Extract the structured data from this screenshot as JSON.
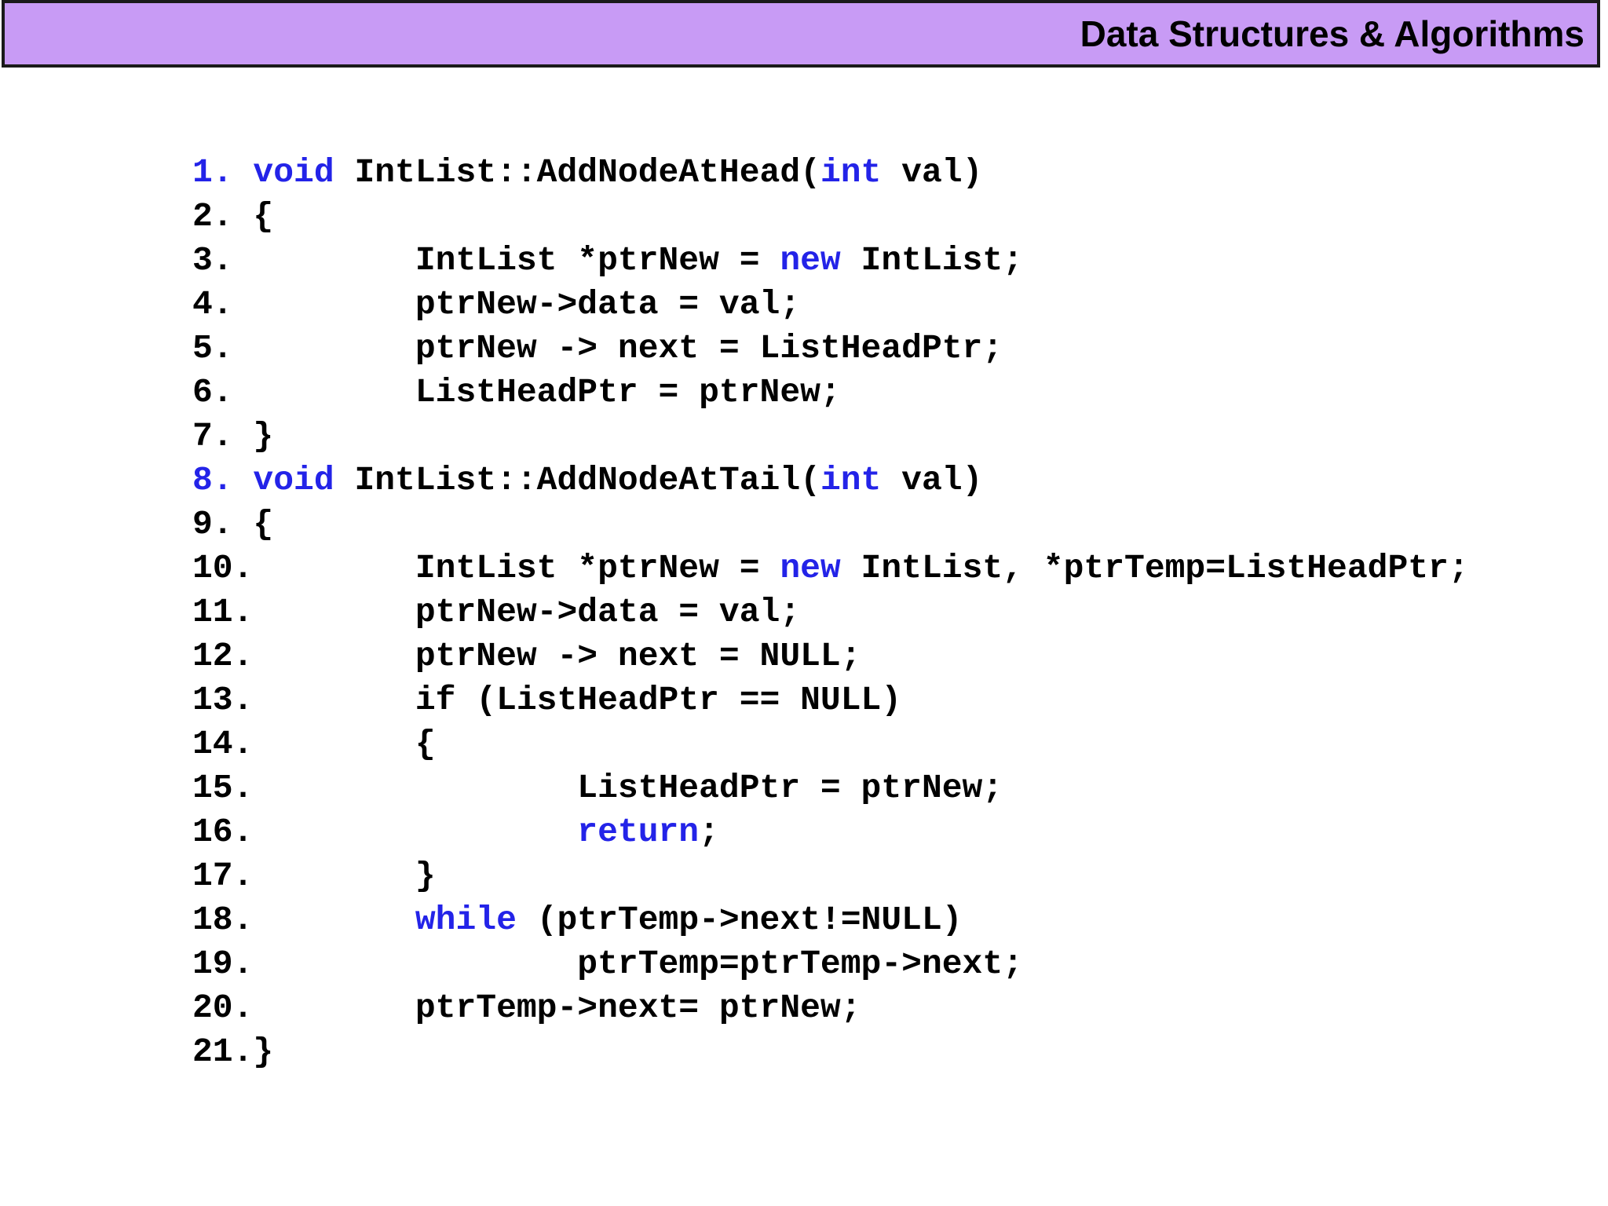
{
  "header": {
    "title": "Data Structures & Algorithms"
  },
  "colors": {
    "header_bg": "#C89BF5",
    "header_border": "#1A1A1A",
    "keyword_blue": "#2323E8",
    "code_black": "#000000"
  },
  "code": {
    "lines": [
      {
        "tokens": [
          {
            "t": "1.",
            "c": "kw"
          },
          {
            "t": " ",
            "c": "p"
          },
          {
            "t": "void",
            "c": "kw"
          },
          {
            "t": " IntList::AddNodeAtHead(",
            "c": "p"
          },
          {
            "t": "int",
            "c": "kw"
          },
          {
            "t": " val)",
            "c": "p"
          }
        ]
      },
      {
        "tokens": [
          {
            "t": "2. {",
            "c": "p"
          }
        ]
      },
      {
        "tokens": [
          {
            "t": "3.         IntList *ptrNew = ",
            "c": "p"
          },
          {
            "t": "new",
            "c": "kw"
          },
          {
            "t": " IntList;",
            "c": "p"
          }
        ]
      },
      {
        "tokens": [
          {
            "t": "4.         ptrNew->data = val;",
            "c": "p"
          }
        ]
      },
      {
        "tokens": [
          {
            "t": "5.         ptrNew -> next = ListHeadPtr;",
            "c": "p"
          }
        ]
      },
      {
        "tokens": [
          {
            "t": "6.         ListHeadPtr = ptrNew;",
            "c": "p"
          }
        ]
      },
      {
        "tokens": [
          {
            "t": "7. }",
            "c": "p"
          }
        ]
      },
      {
        "tokens": [
          {
            "t": "8.",
            "c": "kw"
          },
          {
            "t": " ",
            "c": "p"
          },
          {
            "t": "void",
            "c": "kw"
          },
          {
            "t": " IntList::AddNodeAtTail(",
            "c": "p"
          },
          {
            "t": "int",
            "c": "kw"
          },
          {
            "t": " val)",
            "c": "p"
          }
        ]
      },
      {
        "tokens": [
          {
            "t": "9. {",
            "c": "p"
          }
        ]
      },
      {
        "tokens": [
          {
            "t": "10.        IntList *ptrNew = ",
            "c": "p"
          },
          {
            "t": "new",
            "c": "kw"
          },
          {
            "t": " IntList, *ptrTemp=ListHeadPtr;",
            "c": "p"
          }
        ]
      },
      {
        "tokens": [
          {
            "t": "11.        ptrNew->data = val;",
            "c": "p"
          }
        ]
      },
      {
        "tokens": [
          {
            "t": "12.        ptrNew -> next = NULL;",
            "c": "p"
          }
        ]
      },
      {
        "tokens": [
          {
            "t": "13.        if (ListHeadPtr == NULL)",
            "c": "p"
          }
        ]
      },
      {
        "tokens": [
          {
            "t": "14.        {",
            "c": "p"
          }
        ]
      },
      {
        "tokens": [
          {
            "t": "15.                ListHeadPtr = ptrNew;",
            "c": "p"
          }
        ]
      },
      {
        "tokens": [
          {
            "t": "16.                ",
            "c": "p"
          },
          {
            "t": "return",
            "c": "kw"
          },
          {
            "t": ";",
            "c": "p"
          }
        ]
      },
      {
        "tokens": [
          {
            "t": "17.        }",
            "c": "p"
          }
        ]
      },
      {
        "tokens": [
          {
            "t": "18.        ",
            "c": "p"
          },
          {
            "t": "while",
            "c": "kw"
          },
          {
            "t": " (ptrTemp->next!=NULL)",
            "c": "p"
          }
        ]
      },
      {
        "tokens": [
          {
            "t": "19.                ptrTemp=ptrTemp->next;",
            "c": "p"
          }
        ]
      },
      {
        "tokens": [
          {
            "t": "20.        ptrTemp->next= ptrNew;",
            "c": "p"
          }
        ]
      },
      {
        "tokens": [
          {
            "t": "21.}",
            "c": "p"
          }
        ]
      }
    ]
  }
}
